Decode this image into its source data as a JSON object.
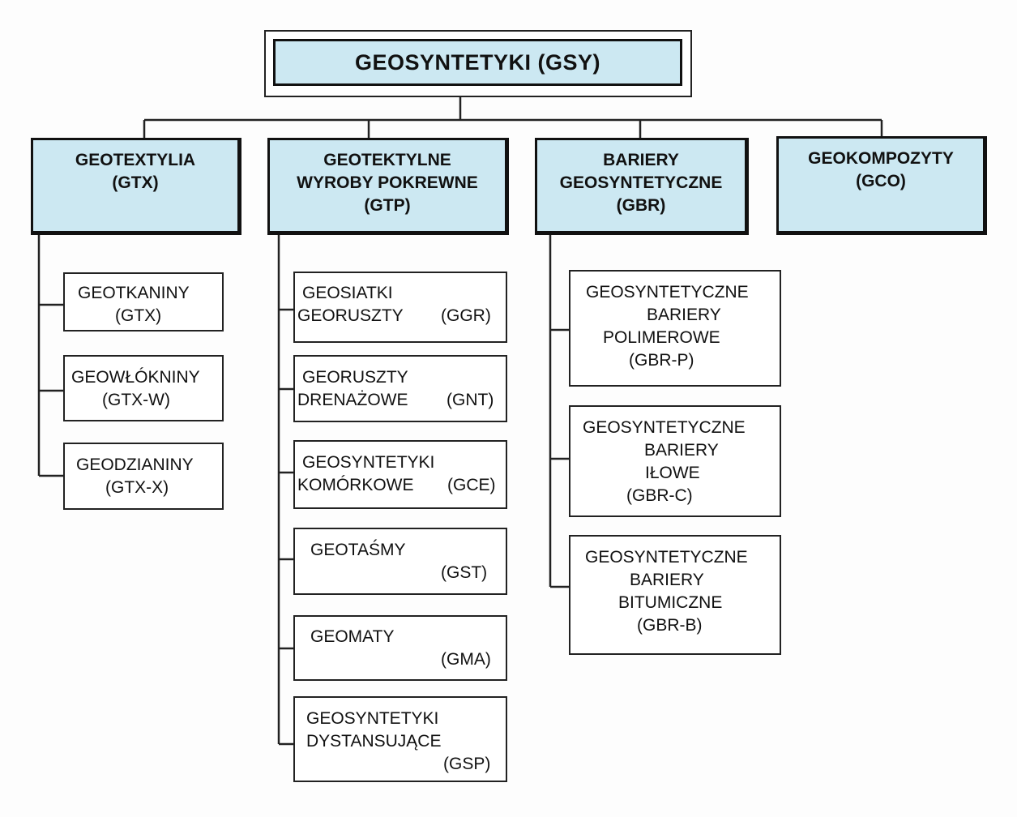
{
  "root": {
    "label": "GEOSYNTETYKI  (GSY)"
  },
  "categories": [
    {
      "lines": [
        "GEOTEXTYLIA",
        "(GTX)"
      ],
      "items": [
        {
          "lines": [
            "GEOTKANINY",
            "(GTX)"
          ]
        },
        {
          "lines": [
            "GEOWŁÓKNINY",
            "(GTX-W)"
          ]
        },
        {
          "lines": [
            "GEODZIANINY",
            "(GTX-X)"
          ]
        }
      ]
    },
    {
      "lines": [
        "GEOTEKTYLNE",
        "WYROBY POKREWNE",
        "(GTP)"
      ],
      "items": [
        {
          "lines": [
            "GEOSIATKI",
            "GEORUSZTY",
            "(GGR)"
          ]
        },
        {
          "lines": [
            "GEORUSZTY",
            "DRENAŻOWE",
            "(GNT)"
          ]
        },
        {
          "lines": [
            "GEOSYNTETYKI",
            "KOMÓRKOWE",
            "(GCE)"
          ]
        },
        {
          "lines": [
            "GEOTAŚMY",
            "(GST)"
          ]
        },
        {
          "lines": [
            "GEOMATY",
            "(GMA)"
          ]
        },
        {
          "lines": [
            "GEOSYNTETYKI",
            "DYSTANSUJĄCE",
            "(GSP)"
          ]
        }
      ]
    },
    {
      "lines": [
        "BARIERY",
        "GEOSYNTETYCZNE",
        "(GBR)"
      ],
      "items": [
        {
          "lines": [
            "GEOSYNTETYCZNE",
            "BARIERY",
            "POLIMEROWE",
            "(GBR-P)"
          ]
        },
        {
          "lines": [
            "GEOSYNTETYCZNE",
            "BARIERY",
            "IŁOWE",
            "(GBR-C)"
          ]
        },
        {
          "lines": [
            "GEOSYNTETYCZNE",
            "BARIERY",
            "BITUMICZNE",
            "(GBR-B)"
          ]
        }
      ]
    },
    {
      "lines": [
        "GEOKOMPOZYTY",
        "(GCO)"
      ],
      "items": []
    }
  ],
  "colors": {
    "box_fill": "#cce8f2",
    "line": "#222222"
  }
}
